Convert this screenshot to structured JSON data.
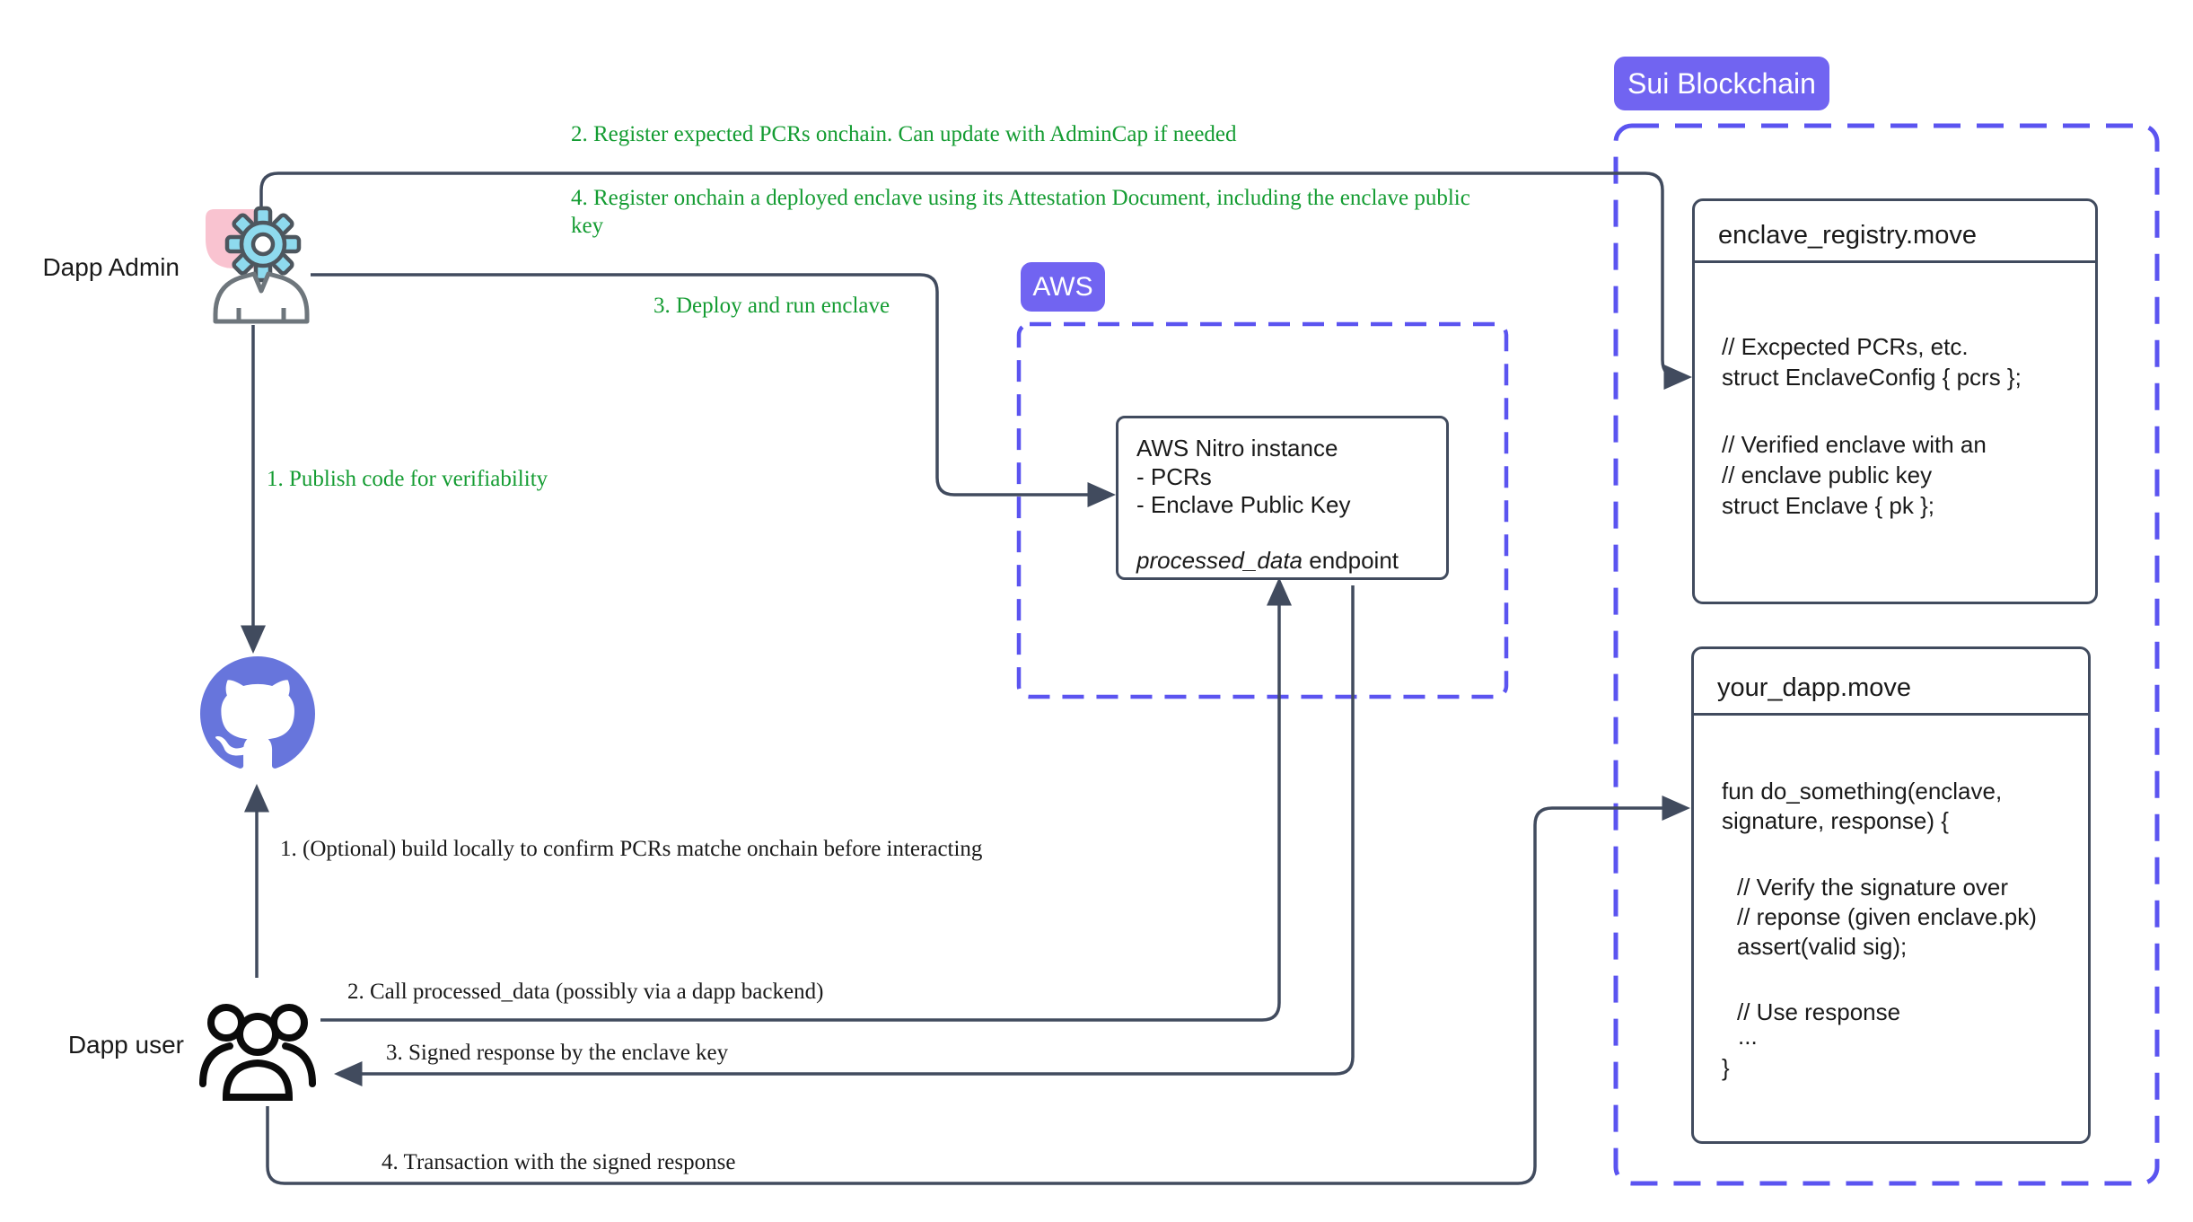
{
  "labels": {
    "dapp_admin": "Dapp Admin",
    "dapp_user": "Dapp user"
  },
  "badges": {
    "aws": "AWS",
    "sui": "Sui Blockchain"
  },
  "annotations": {
    "publish": "1. Publish code for verifiability",
    "register_pcrs": "2. Register expected PCRs onchain. Can update with AdminCap if needed",
    "register_enclave": "4. Register onchain a deployed enclave using its Attestation Document, including the enclave public key",
    "deploy": "3. Deploy and run enclave",
    "build_locally": "1. (Optional) build locally to confirm PCRs matche onchain before interacting",
    "call_endpoint": "2. Call processed_data (possibly via a dapp backend)",
    "signed_response": "3. Signed response by the enclave key",
    "transaction": "4. Transaction with the signed response"
  },
  "aws_box": {
    "title": "AWS Nitro instance",
    "lines": [
      "- PCRs",
      "- Enclave Public Key"
    ],
    "endpoint_italic": "processed_data",
    "endpoint_rest": " endpoint"
  },
  "registry_box": {
    "title": "enclave_registry.move",
    "lines": [
      "// Excpected PCRs, etc.",
      "struct EnclaveConfig { pcrs };",
      "// Verified enclave with an",
      "// enclave public key",
      "struct Enclave { pk };"
    ]
  },
  "dapp_box": {
    "title": "your_dapp.move",
    "lines": [
      "fun do_something(enclave,",
      "signature, response) {",
      "// Verify the signature over",
      "// reponse (given enclave.pk)",
      "assert(valid sig);",
      "// Use response",
      "...",
      "}"
    ]
  },
  "icons": [
    "admin-gear-icon",
    "admin-person-icon",
    "github-icon",
    "users-group-icon"
  ],
  "colors": {
    "accent_purple": "#7164F1",
    "dashed_purple": "#5B54F0",
    "github_purple": "#6775DC",
    "annotation_green": "#149C32",
    "wire_dark": "#414B5E",
    "gear_cyan": "#8EDAEE",
    "pink_note": "#F9C3D0",
    "text_ink": "#1A1A1A",
    "person_gray": "#6E767C"
  }
}
